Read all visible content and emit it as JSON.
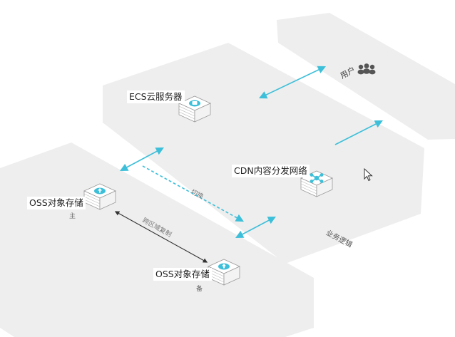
{
  "nodes": {
    "ecs": {
      "label": "ECS云服务器",
      "icon": "cloud-server-icon"
    },
    "cdn": {
      "label": "CDN内容分发网络",
      "icon": "network-hub-icon"
    },
    "oss_primary": {
      "label": "OSS对象存储",
      "role": "主",
      "icon": "cloud-upload-icon"
    },
    "oss_backup": {
      "label": "OSS对象存储",
      "role": "备",
      "icon": "cloud-upload-icon"
    },
    "user": {
      "label": "用户",
      "icon": "users-group-icon"
    }
  },
  "zones": {
    "business_logic": "业务逻辑"
  },
  "edges": {
    "switch": "切换",
    "cross_region": "跨区域复制"
  },
  "colors": {
    "panel": "#eeeeee",
    "accent": "#3dbfd9",
    "arrow_dark": "#333333"
  }
}
